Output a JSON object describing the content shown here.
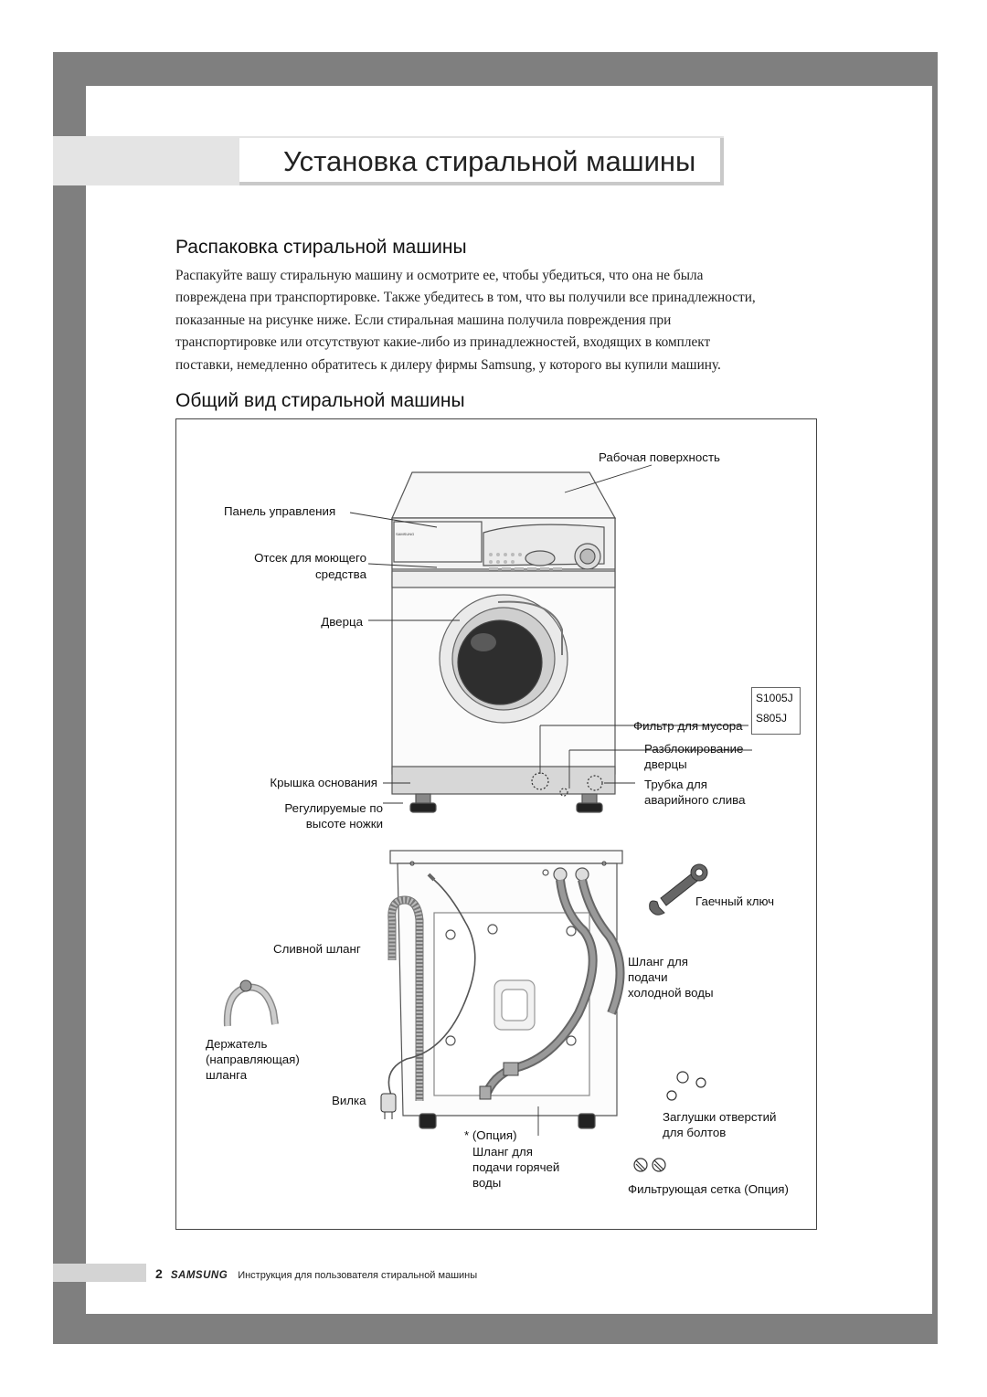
{
  "page_title": "Установка стиральной машины",
  "section_unpacking": {
    "heading": "Распаковка стиральной машины",
    "lines": [
      "Распакуйте вашу стиральную машину и осмотрите ее, чтобы убедиться, что она не была",
      "повреждена при транспортировке. Также убедитесь в том, что вы получили все принадлежности,",
      "показанные на рисунке ниже. Если стиральная машина получила повреждения при",
      "транспортировке или отсутствуют какие-либо из принадлежностей, входящих в комплект",
      "поставки, немедленно обратитесь к дилеру фирмы Samsung, у которого вы купили машину."
    ]
  },
  "section_overview": {
    "heading": "Общий вид стиральной машины",
    "labels": {
      "work_surface": "Рабочая поверхность",
      "control_panel": "Панель управления",
      "detergent_line1": "Отсек для моющего",
      "detergent_line2": "средства",
      "door": "Дверца",
      "debris_filter": "Фильтр для мусора",
      "door_unlock_line1": "Разблокирование",
      "door_unlock_line2": "дверцы",
      "base_cover": "Крышка основания",
      "drain_tube_line1": "Трубка для",
      "drain_tube_line2": "аварийного слива",
      "legs_line1": "Регулируемые по",
      "legs_line2": "высоте ножки",
      "spanner": "Гаечный ключ",
      "drain_hose": "Сливной шланг",
      "cold_hose_line1": "Шланг для",
      "cold_hose_line2": "подачи",
      "cold_hose_line3": "холодной воды",
      "holder_line1": "Держатель",
      "holder_line2": "(направляющая)",
      "holder_line3": "шланга",
      "plug": "Вилка",
      "option_line1": "* (Опция)",
      "option_line2": "Шланг для",
      "option_line3": "подачи горячей",
      "option_line4": "воды",
      "caps_line1": "Заглушки отверстий",
      "caps_line2": "для болтов",
      "mesh_filter": "Фильтрующая сетка (Опция)"
    },
    "models": [
      "S1005J",
      "S805J"
    ],
    "machine_brand": "SAMSUNG"
  },
  "footer": {
    "page_number": "2",
    "brand": "SAMSUNG",
    "text": "Инструкция для пользователя стиральной машины"
  }
}
